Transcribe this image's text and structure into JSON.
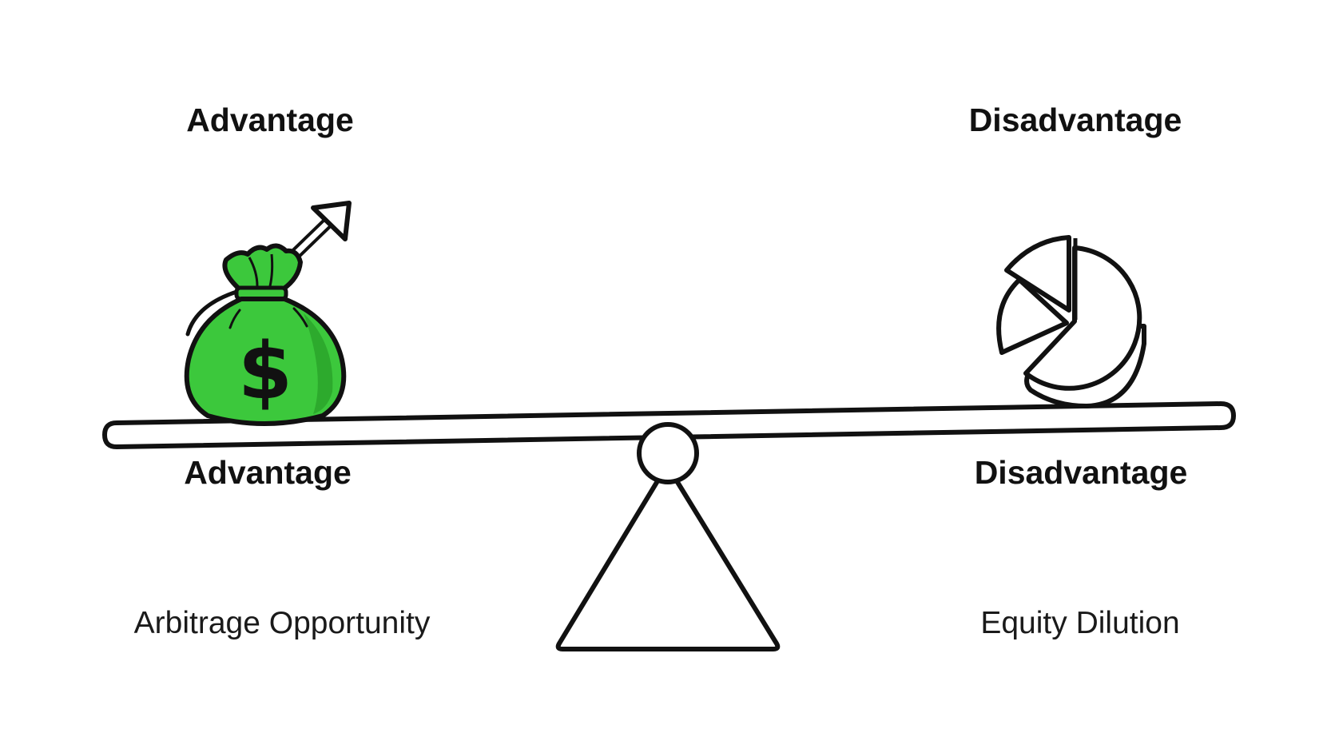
{
  "left": {
    "heading_top": "Advantage",
    "heading_beam": "Advantage",
    "caption": "Arbitrage Opportunity",
    "icon": "money-bag-with-up-arrow",
    "icon_glyph": "$"
  },
  "right": {
    "heading_top": "Disadvantage",
    "heading_beam": "Disadvantage",
    "caption": "Equity Dilution",
    "icon": "pie-chart-sliced"
  },
  "center": {
    "icon": "seesaw-fulcrum"
  },
  "colors": {
    "bag_fill": "#3cc83c",
    "bag_shadow": "#2aa52a",
    "stroke": "#111111",
    "background": "#ffffff"
  }
}
